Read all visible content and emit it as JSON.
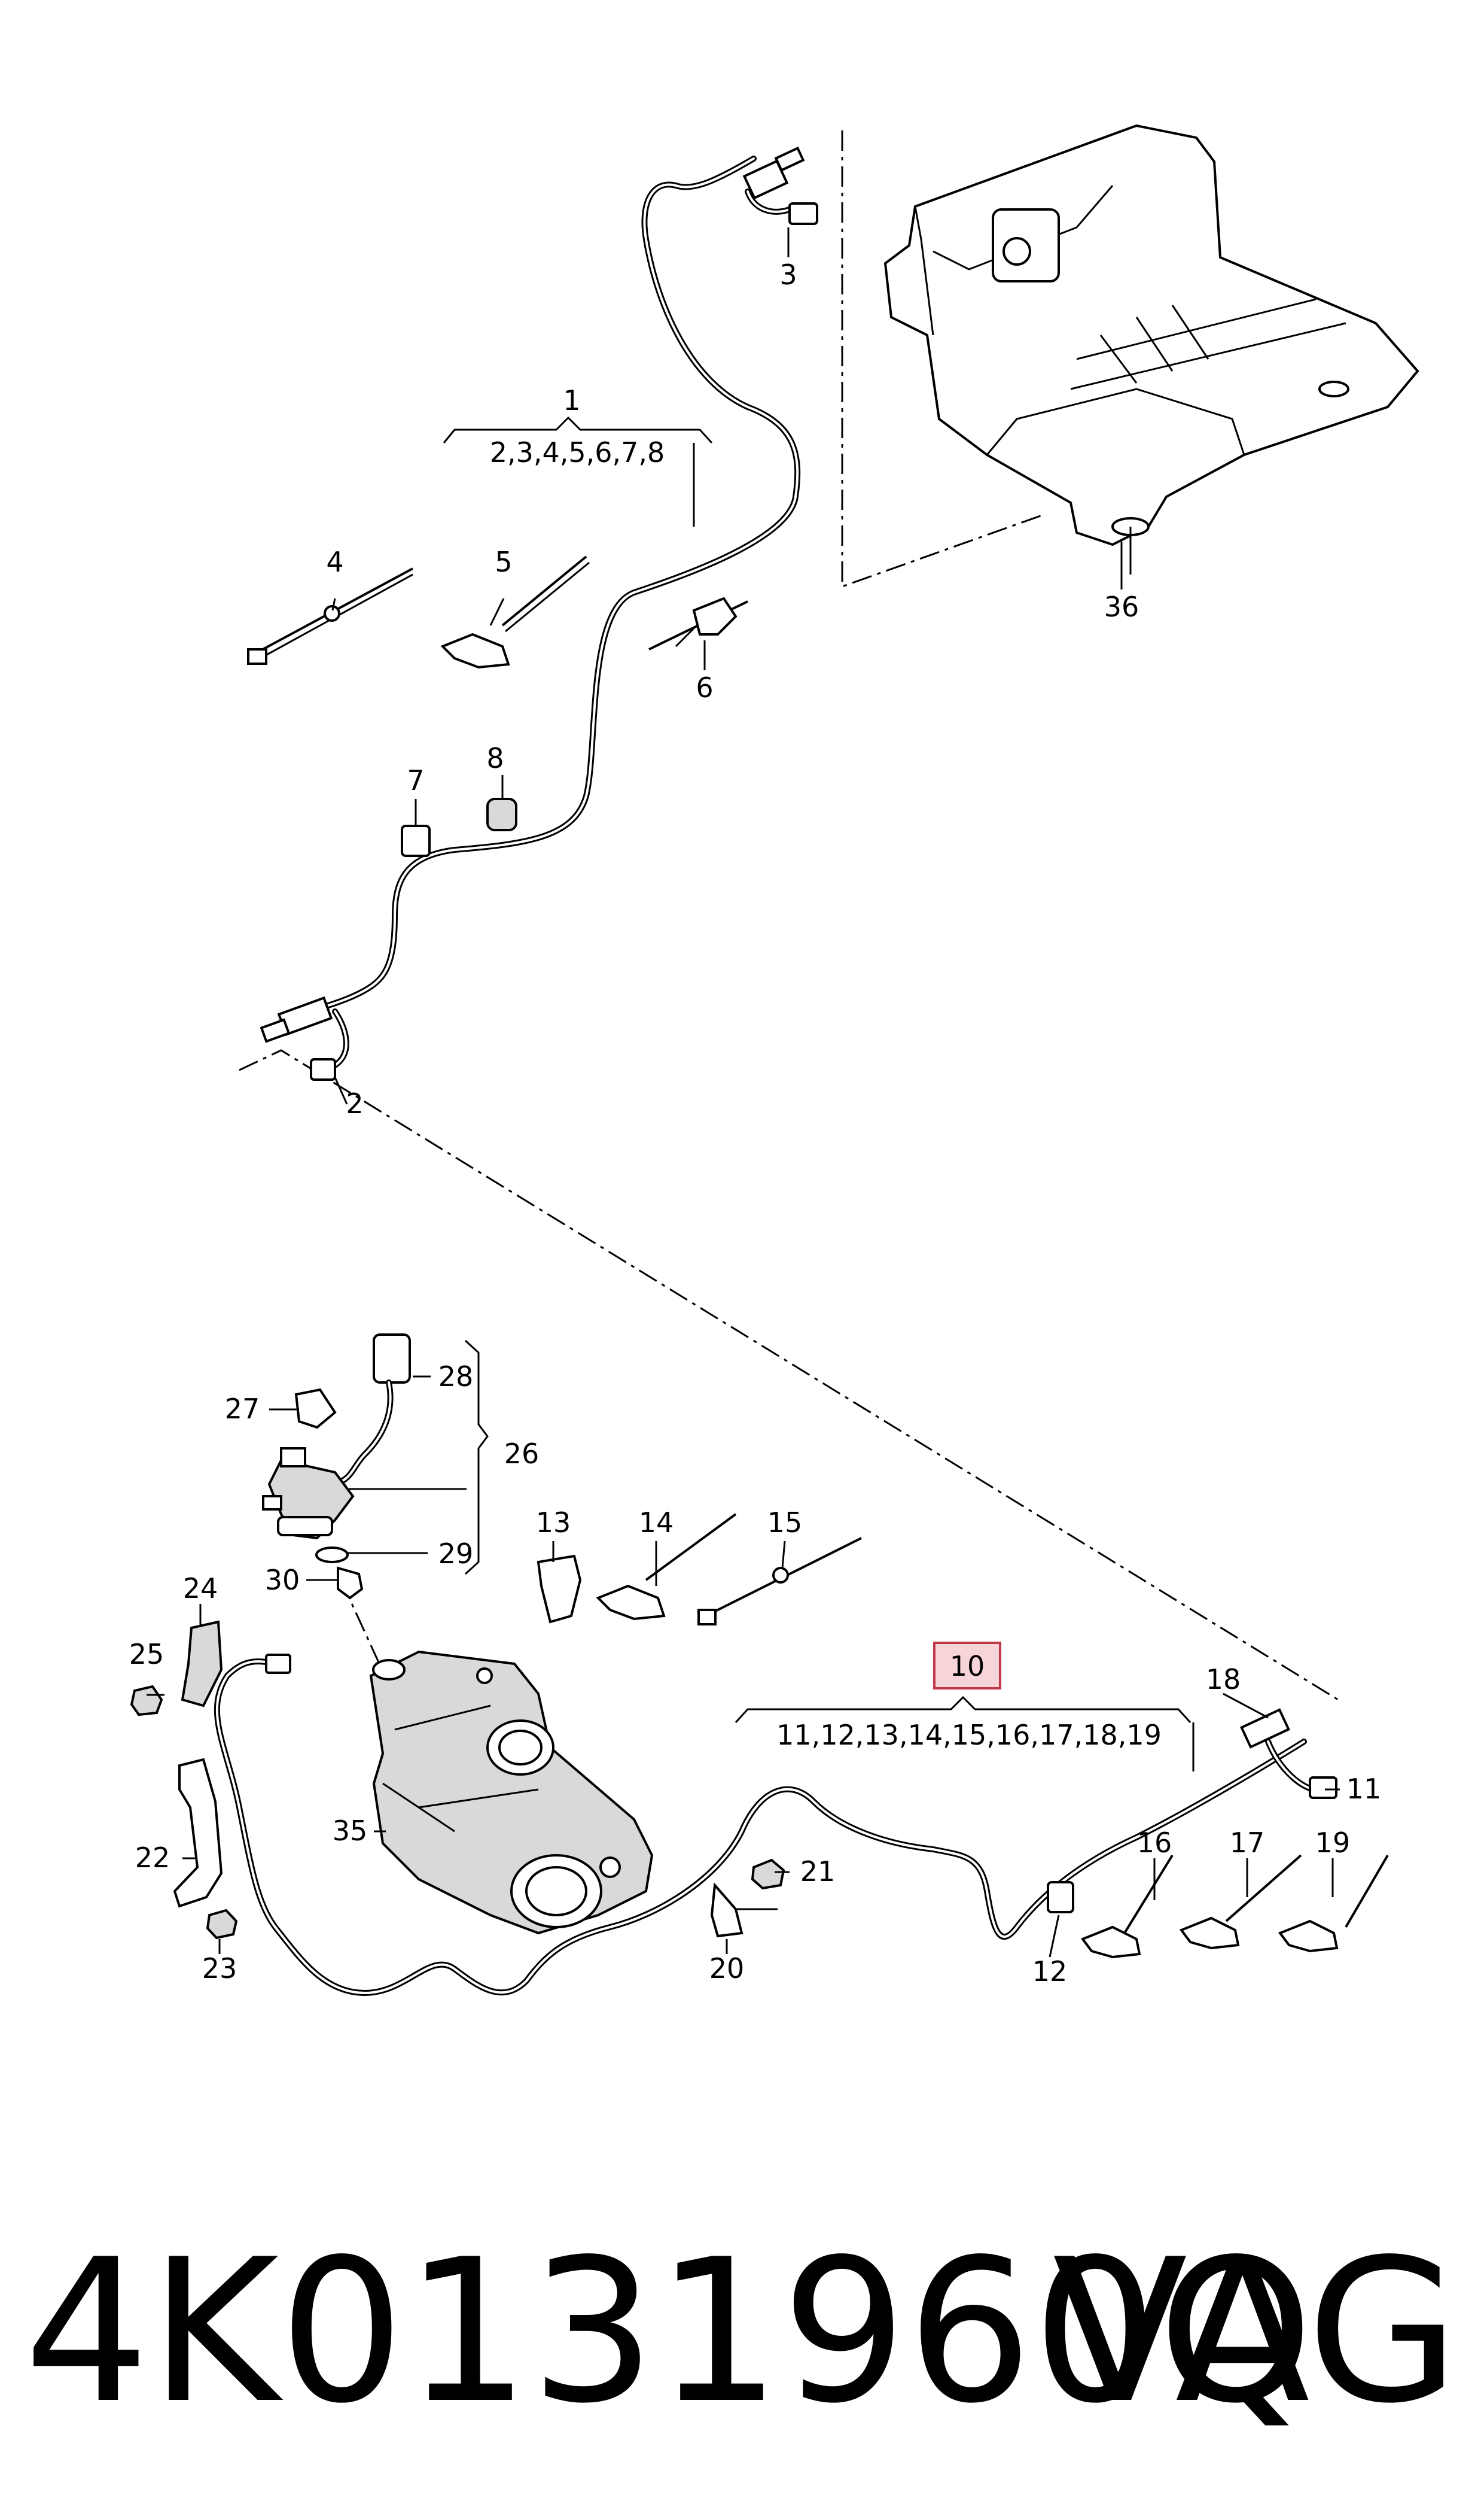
{
  "callouts": {
    "c1": "1",
    "c1_list": "2,3,4,5,6,7,8",
    "c2": "2",
    "c3": "3",
    "c4": "4",
    "c5": "5",
    "c6": "6",
    "c7": "7",
    "c8": "8",
    "c10": "10",
    "c10_list": "11,12,13,14,15,16,17,18,19",
    "c11": "11",
    "c12": "12",
    "c13": "13",
    "c14": "14",
    "c15": "15",
    "c16": "16",
    "c17": "17",
    "c18": "18",
    "c19": "19",
    "c20": "20",
    "c21": "21",
    "c22": "22",
    "c23": "23",
    "c24": "24",
    "c25": "25",
    "c26": "26",
    "c27": "27",
    "c28": "28",
    "c29": "29",
    "c30": "30",
    "c35": "35",
    "c36": "36"
  },
  "highlight": {
    "part": "10",
    "color": "#f6d4d8",
    "border": "#c0394b"
  },
  "footer": {
    "part_number": "4K0131960Q",
    "brand": "VAG"
  }
}
